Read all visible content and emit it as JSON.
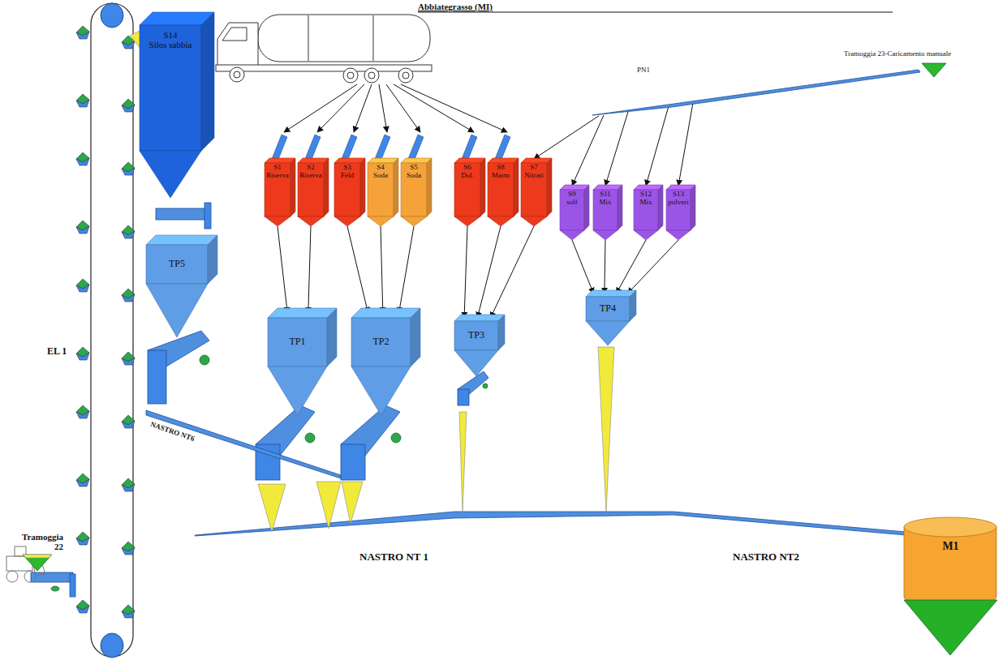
{
  "diagram": {
    "title": "Abbiategrasso (MI)",
    "nodes": [
      {
        "text": [
          "Tramoggia 23-Caricamento manuale"
        ]
      },
      {
        "text": [
          "PN1"
        ]
      },
      {
        "text": [
          "S14",
          "Silos sabbia"
        ]
      },
      {
        "text": [
          "S1",
          "Riserva"
        ]
      },
      {
        "text": [
          "S2",
          "Riserva"
        ]
      },
      {
        "text": [
          "S3",
          "Feld"
        ]
      },
      {
        "text": [
          "S4",
          "Soda"
        ]
      },
      {
        "text": [
          "S5",
          "Soda"
        ]
      },
      {
        "text": [
          "S6",
          "Dol."
        ]
      },
      {
        "text": [
          "S8",
          "Marm"
        ]
      },
      {
        "text": [
          "S7",
          "Nitrati"
        ]
      },
      {
        "text": [
          "S9",
          "solf"
        ]
      },
      {
        "text": [
          "S11",
          "Mix"
        ]
      },
      {
        "text": [
          "S12",
          "Mix"
        ]
      },
      {
        "text": [
          "S13",
          "polveri"
        ]
      },
      {
        "text": [
          "TP5"
        ]
      },
      {
        "text": [
          "TP1"
        ]
      },
      {
        "text": [
          "TP2"
        ]
      },
      {
        "text": [
          "TP3"
        ]
      },
      {
        "text": [
          "TP4"
        ]
      },
      {
        "text": [
          "Tramoggia 22"
        ]
      },
      {
        "text": [
          "M1"
        ]
      }
    ],
    "edges": [
      {
        "from": 3,
        "to": 16,
        "arrow": "to"
      },
      {
        "from": 4,
        "to": 16,
        "arrow": "to"
      },
      {
        "from": 5,
        "to": 17,
        "arrow": "to"
      },
      {
        "from": 6,
        "to": 17,
        "arrow": "to"
      },
      {
        "from": 7,
        "to": 17,
        "arrow": "to"
      },
      {
        "from": 8,
        "to": 18,
        "arrow": "to"
      },
      {
        "from": 9,
        "to": 18,
        "arrow": "to"
      },
      {
        "from": 10,
        "to": 18,
        "arrow": "to"
      },
      {
        "from": 11,
        "to": 19,
        "arrow": "to"
      },
      {
        "from": 12,
        "to": 19,
        "arrow": "to"
      },
      {
        "from": 13,
        "to": 19,
        "arrow": "to"
      },
      {
        "from": 14,
        "to": 19,
        "arrow": "to"
      },
      {
        "from": 1,
        "to": 10,
        "arrow": "to"
      },
      {
        "from": 1,
        "to": 11,
        "arrow": "to"
      },
      {
        "from": 1,
        "to": 12,
        "arrow": "to"
      },
      {
        "from": 1,
        "to": 13,
        "arrow": "to"
      },
      {
        "from": 1,
        "to": 14,
        "arrow": "to"
      }
    ],
    "labels": [
      "EL 1",
      "NASTRO NT6",
      "NASTRO NT 1",
      "NASTRO NT2"
    ]
  }
}
